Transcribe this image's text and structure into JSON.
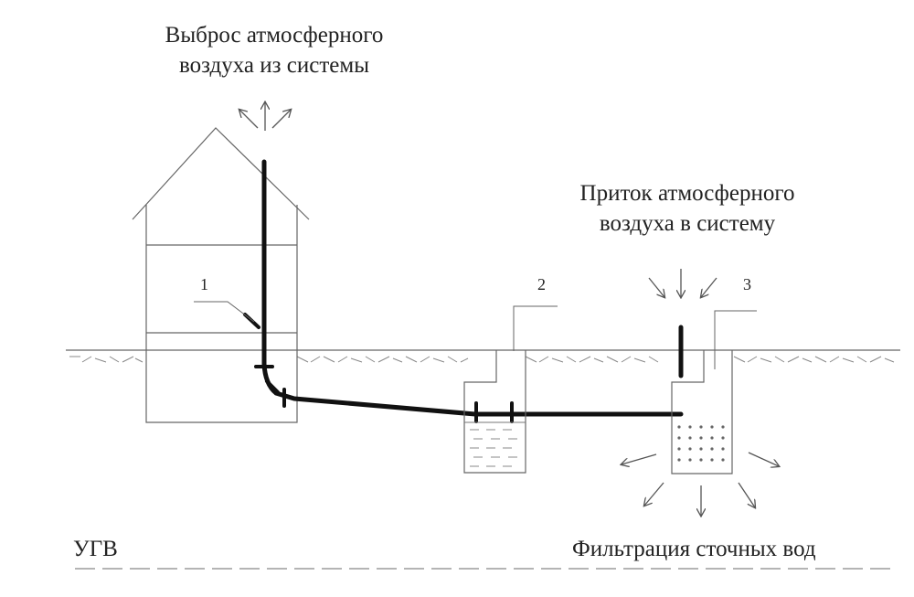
{
  "labels": {
    "exhaust_line1": "Выброс атмосферного",
    "exhaust_line2": "воздуха из системы",
    "intake_line1": "Приток атмосферного",
    "intake_line2": "воздуха в систему",
    "groundwater": "УГВ",
    "filtration": "Фильтрация сточных вод",
    "n1": "1",
    "n2": "2",
    "n3": "3"
  },
  "colors": {
    "ink": "#111111",
    "line": "#555555",
    "light": "#888888"
  }
}
